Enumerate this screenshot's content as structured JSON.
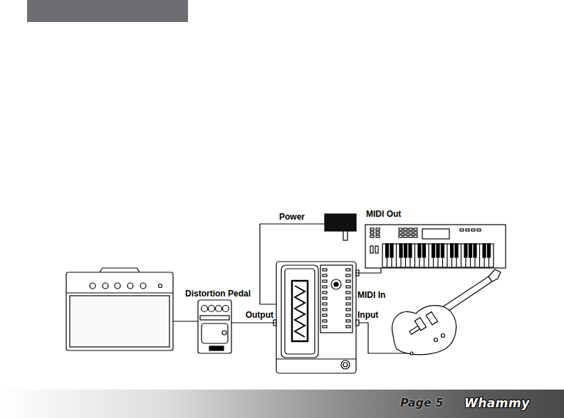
{
  "diagram": {
    "nodes": [
      {
        "text": [
          "Power"
        ]
      },
      {
        "text": [
          "MIDI Out"
        ]
      },
      {
        "text": [
          "Distortion Pedal"
        ]
      },
      {
        "text": [
          "Output",
          "MIDI In",
          "Input"
        ]
      }
    ],
    "edges": [
      {
        "from": 0,
        "to": 3,
        "arrow": "none"
      },
      {
        "from": 1,
        "to": 3,
        "arrow": "none"
      },
      {
        "from": 2,
        "to": 3,
        "arrow": "none"
      }
    ],
    "labels": [
      "Page 5",
      "Whammy"
    ]
  }
}
